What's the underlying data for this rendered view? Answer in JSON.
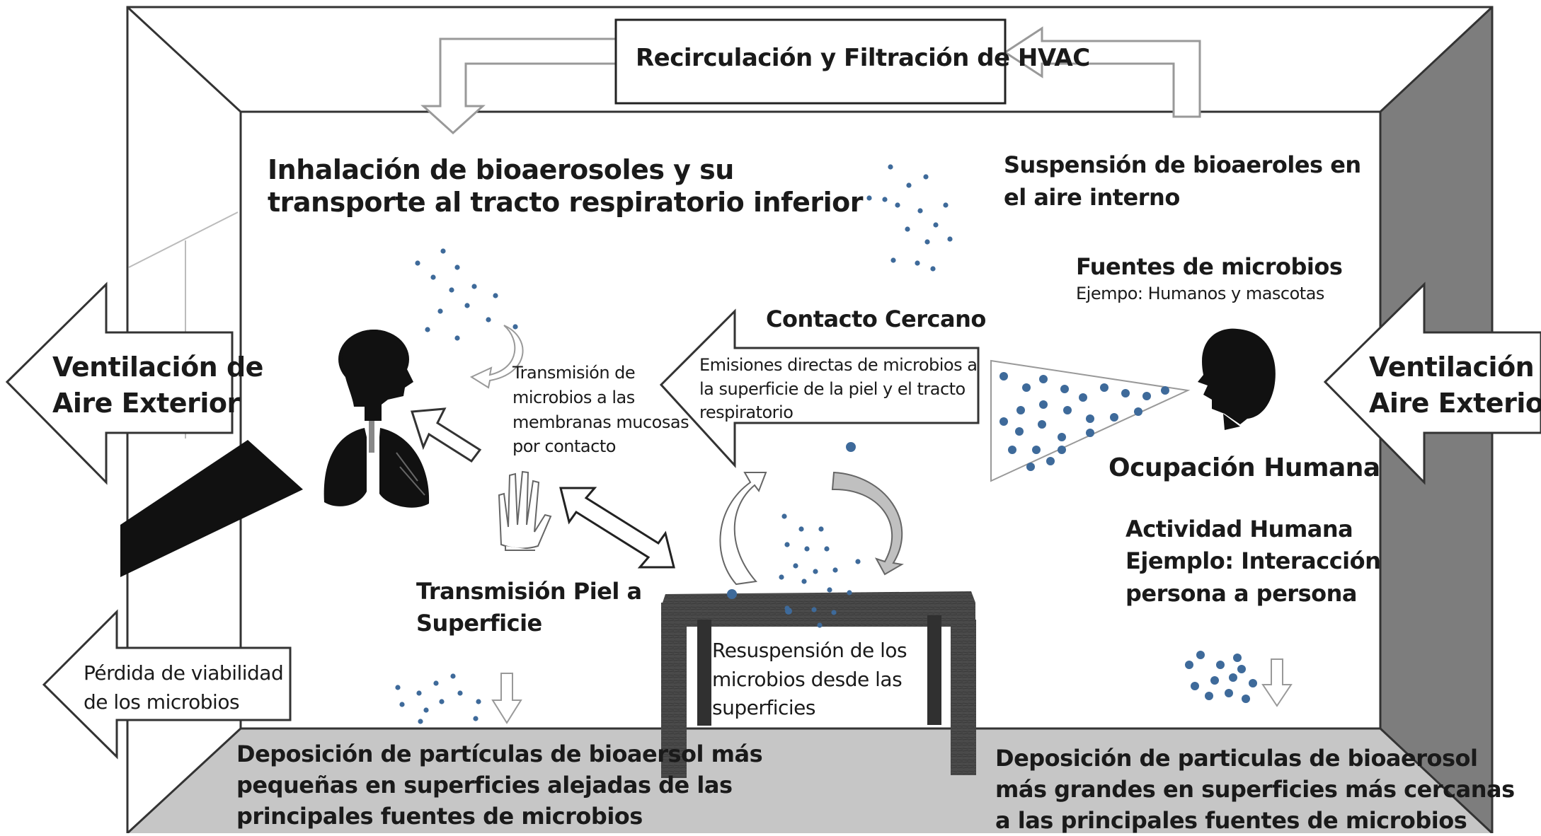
{
  "hvac_box": "Recirculación y Filtración de HVAC",
  "inhalation": [
    "Inhalación de bioaerosoles y su",
    "transporte al tracto respiratorio inferior"
  ],
  "suspension": [
    "Suspensión de bioaeroles en",
    "el aire interno"
  ],
  "sources_title": "Fuentes de microbios",
  "sources_example": "Ejempo: Humanos y mascotas",
  "close_contact": "Contacto Cercano",
  "direct_emissions": [
    "Emisiones directas de microbios a",
    "la superficie de la piel y el tracto",
    "respiratorio"
  ],
  "mucosal": [
    "Transmisión de",
    "microbios a las",
    "membranas mucosas",
    "por contacto"
  ],
  "ventilation_left": [
    "Ventilación de",
    "Aire Exterior"
  ],
  "ventilation_right": [
    "Ventilación de",
    "Aire Exterior"
  ],
  "occupation": "Ocupación Humana",
  "activity": [
    "Actividad Humana",
    "Ejemplo: Interacción",
    "persona a persona"
  ],
  "skin_surface": [
    "Transmisión Piel a",
    "Superficie"
  ],
  "resuspension": [
    "Resuspensión de los",
    "microbios desde las",
    "superficies"
  ],
  "viability": [
    "Pérdida de viabilidad",
    "de los microbios"
  ],
  "deposition_small": [
    "Deposición de partículas de bioaersol más",
    "pequeñas en superficies alejadas de las",
    "principales fuentes de microbios"
  ],
  "deposition_large": [
    "Deposición de particulas de bioaerosol",
    "más grandes en superficies más cercanas",
    "a las principales fuentes de microbios"
  ],
  "colors": {
    "dot": "#3e6a9a",
    "wall_gray": "#7d7d7d",
    "floor_gray": "#c6c6c6",
    "outline": "#333333"
  }
}
